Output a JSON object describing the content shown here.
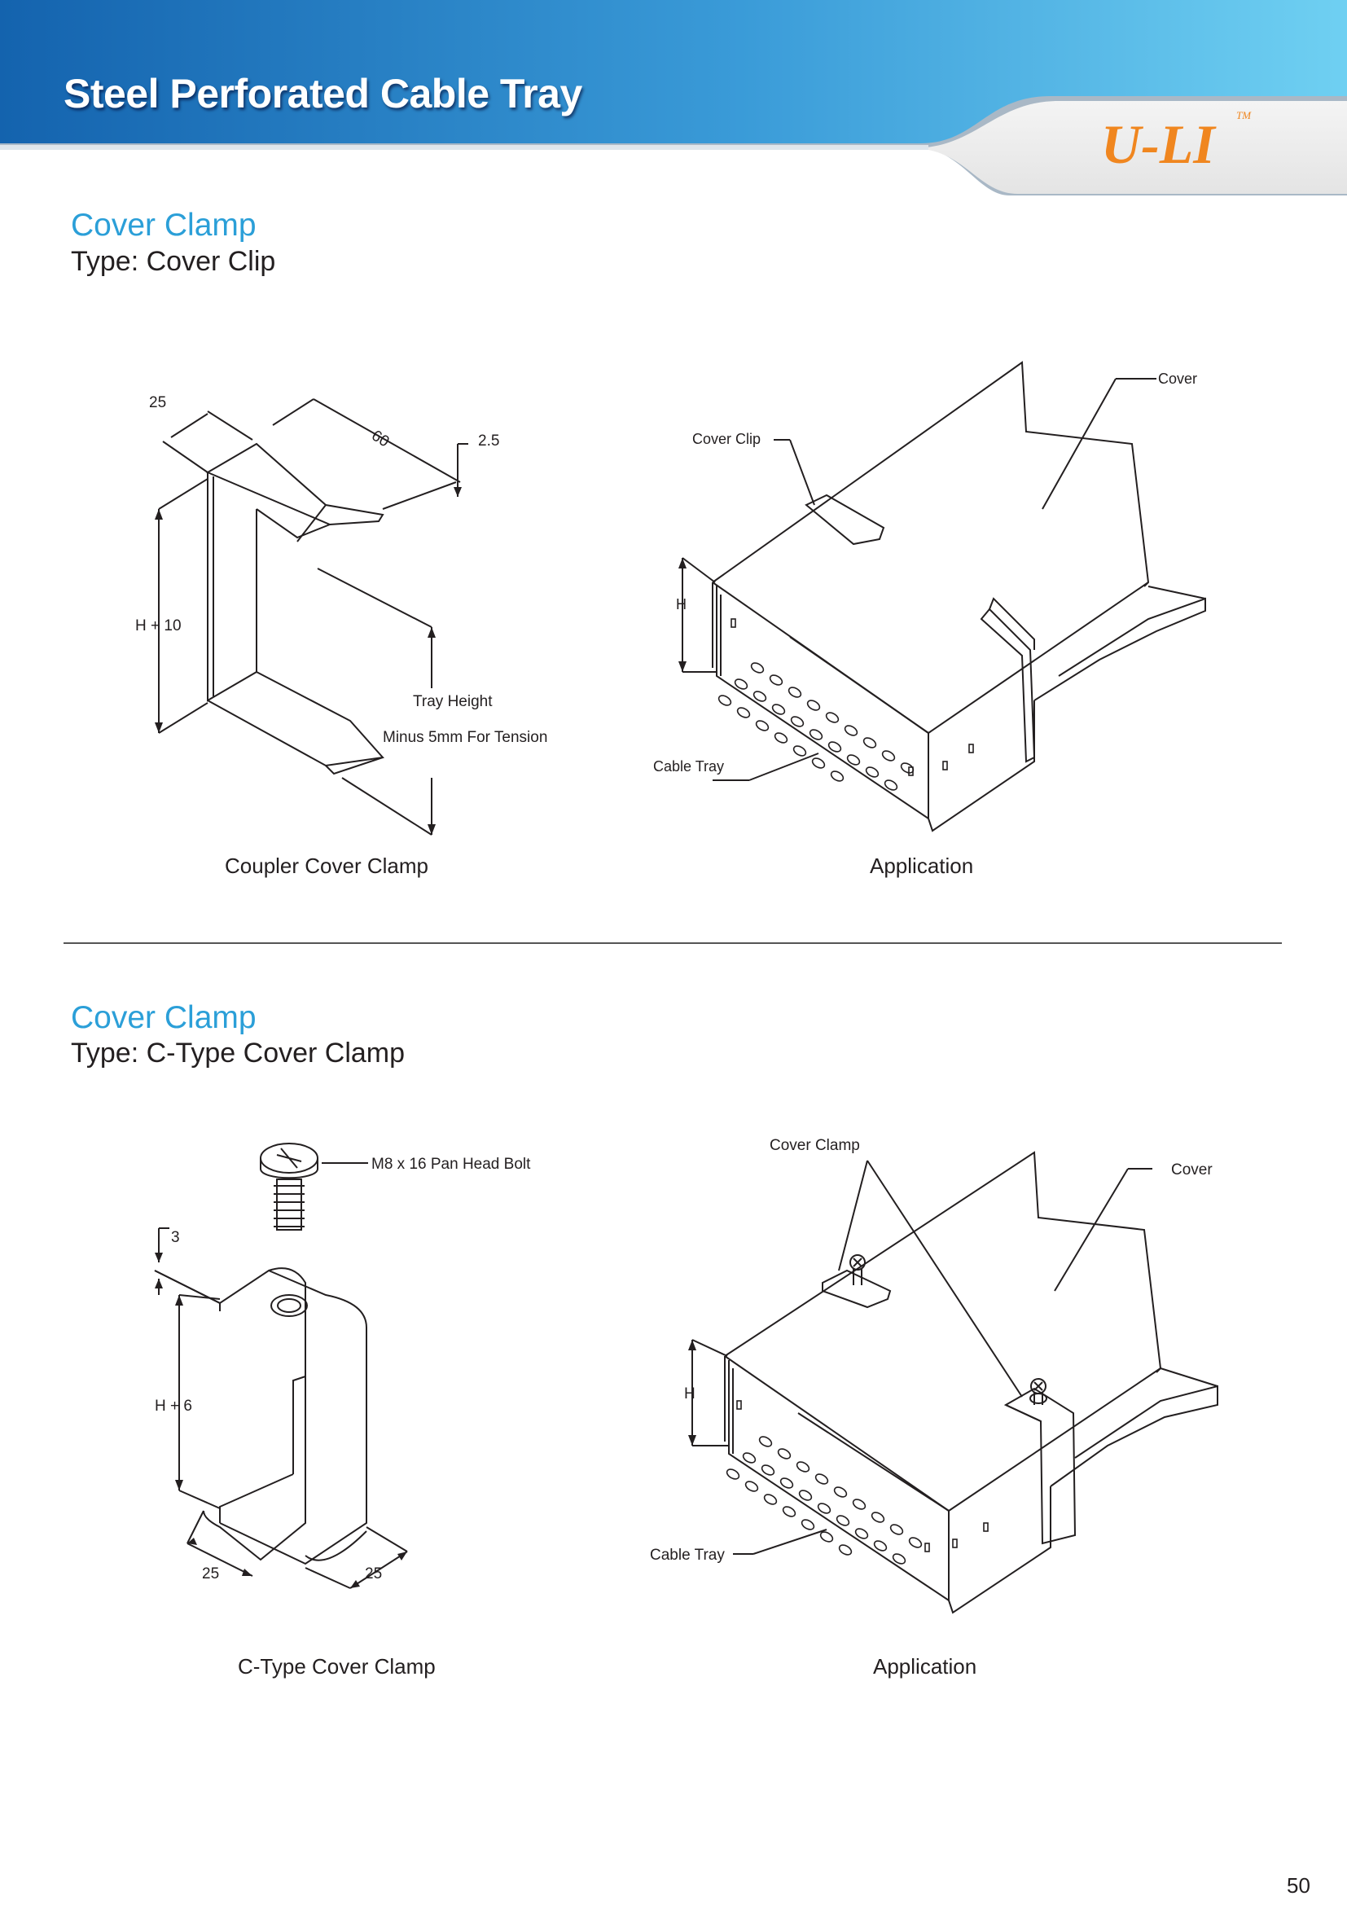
{
  "header": {
    "title": "Steel Perforated Cable Tray",
    "logo_text": "U-LI",
    "trademark": "TM",
    "colors": {
      "band_dark": "#1565b0",
      "band_light": "#6ccbef",
      "logo": "#f0861f",
      "heading": "#2b9fd8"
    }
  },
  "section1": {
    "title": "Cover Clamp",
    "type": "Type: Cover Clip",
    "left_diagram": {
      "dim_width": "25",
      "dim_length": "60",
      "dim_thickness": "2.5",
      "dim_height": "H + 10",
      "note_line1": "Tray Height",
      "note_line2": "Minus 5mm For Tension",
      "caption": "Coupler Cover Clamp"
    },
    "right_diagram": {
      "label_cover": "Cover",
      "label_clip": "Cover Clip",
      "label_h": "H",
      "label_tray": "Cable Tray",
      "caption": "Application"
    }
  },
  "section2": {
    "title": "Cover Clamp",
    "type": "Type: C-Type  Cover Clamp",
    "left_diagram": {
      "bolt_label": "M8 x 16  Pan Head Bolt",
      "dim_thickness": "3",
      "dim_height": "H + 6",
      "dim_left": "25",
      "dim_right": "25",
      "caption": "C-Type Cover Clamp"
    },
    "right_diagram": {
      "label_clamp": "Cover Clamp",
      "label_cover": "Cover",
      "label_h": "H",
      "label_tray": "Cable Tray",
      "caption": "Application"
    }
  },
  "page_number": "50"
}
